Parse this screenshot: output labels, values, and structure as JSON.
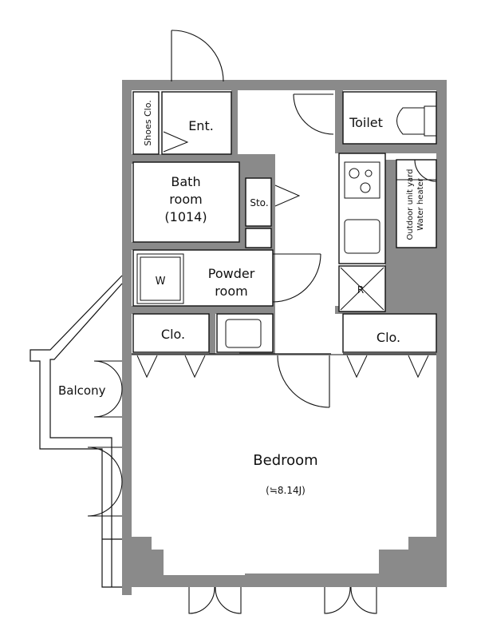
{
  "rooms": {
    "bedroom": "Bedroom",
    "bedroom_area": "(≒8.14J)",
    "bathroom_line1": "Bath",
    "bathroom_line2": "room",
    "bathroom_size": "(1014)",
    "powder_line1": "Powder",
    "powder_line2": "room",
    "toilet": "Toilet",
    "entrance": "Ent.",
    "balcony": "Balcony",
    "closet_left": "Clo.",
    "closet_right": "Clo.",
    "storage": "Sto.",
    "shoes_closet": "Shoes Clo.",
    "washer": "W",
    "fridge": "R",
    "outdoor_unit": "Outdoor unit yard",
    "water_heater": "Water heater"
  },
  "colors": {
    "wall": "#8a8a8a",
    "line": "#111111",
    "background": "#ffffff"
  }
}
